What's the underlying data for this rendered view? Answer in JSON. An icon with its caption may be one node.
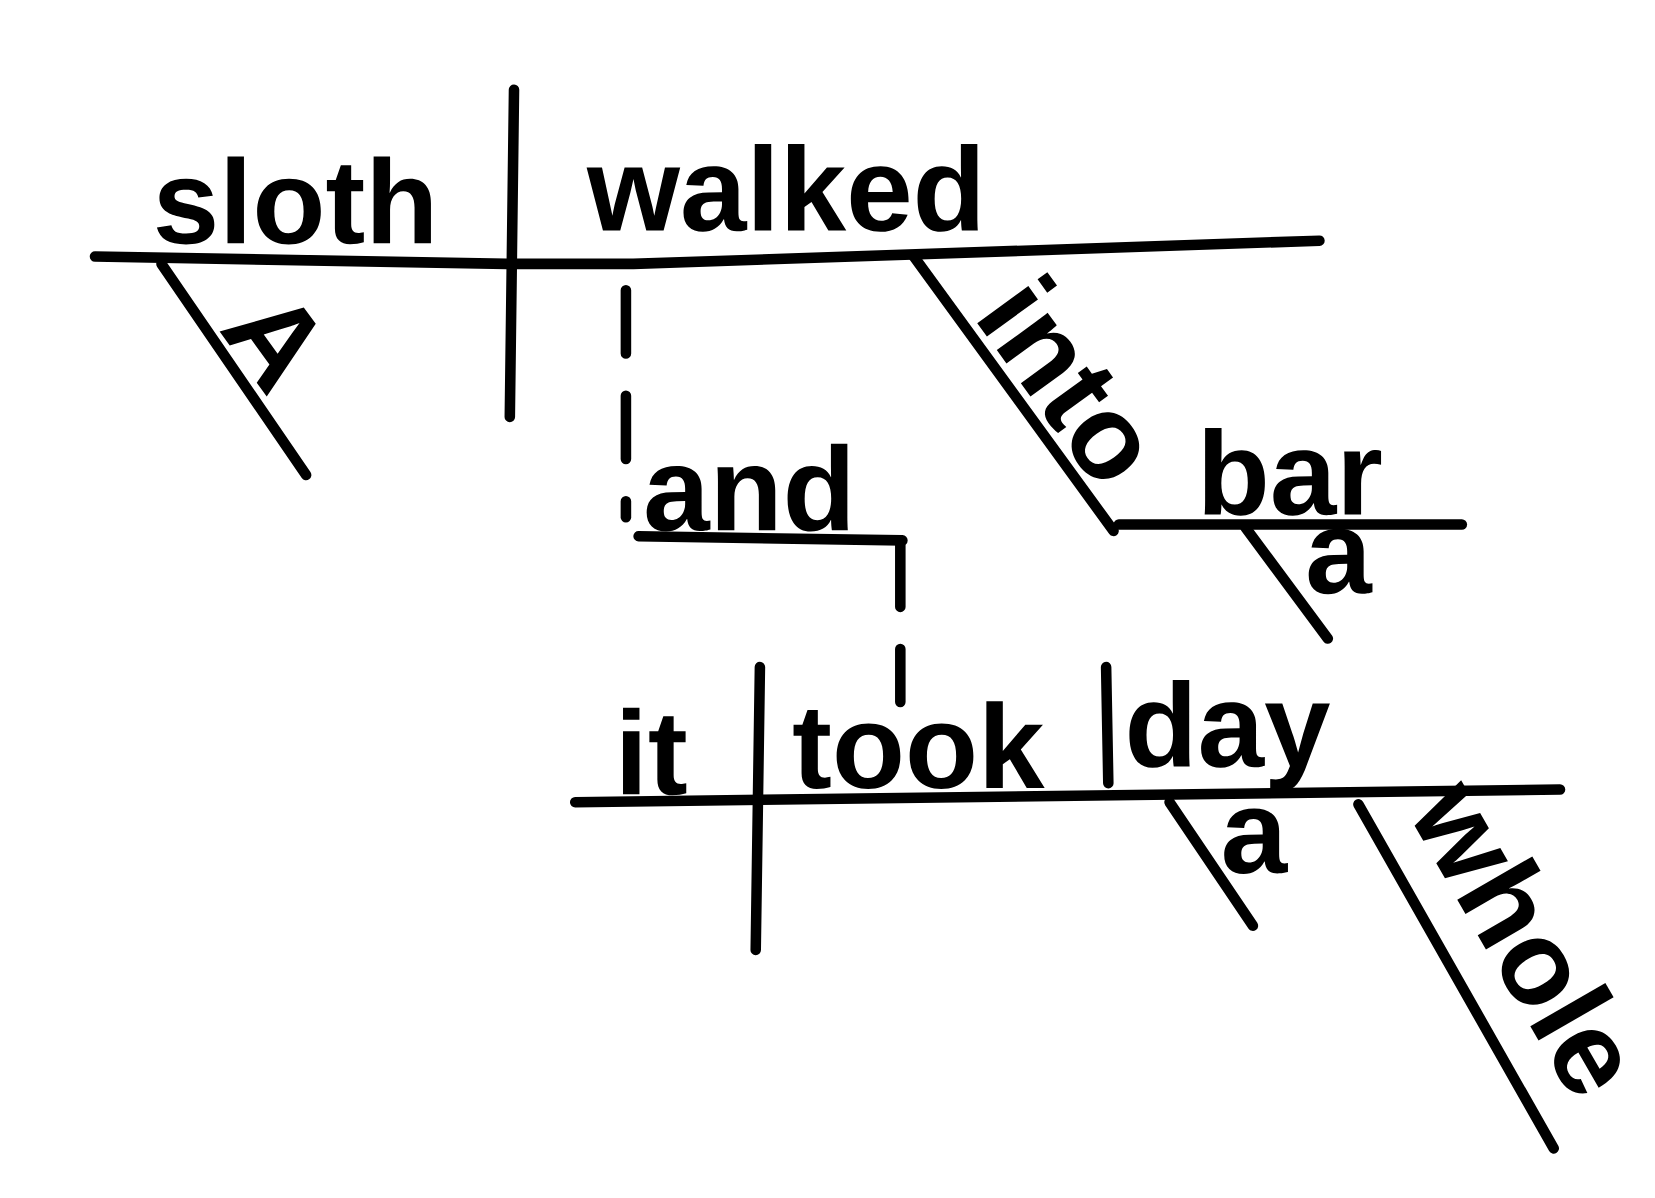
{
  "diagram": {
    "labels": [
      "sloth",
      "walked",
      "A",
      "into",
      "bar",
      "a",
      "and",
      "it",
      "took",
      "day",
      "a",
      "whole"
    ]
  }
}
